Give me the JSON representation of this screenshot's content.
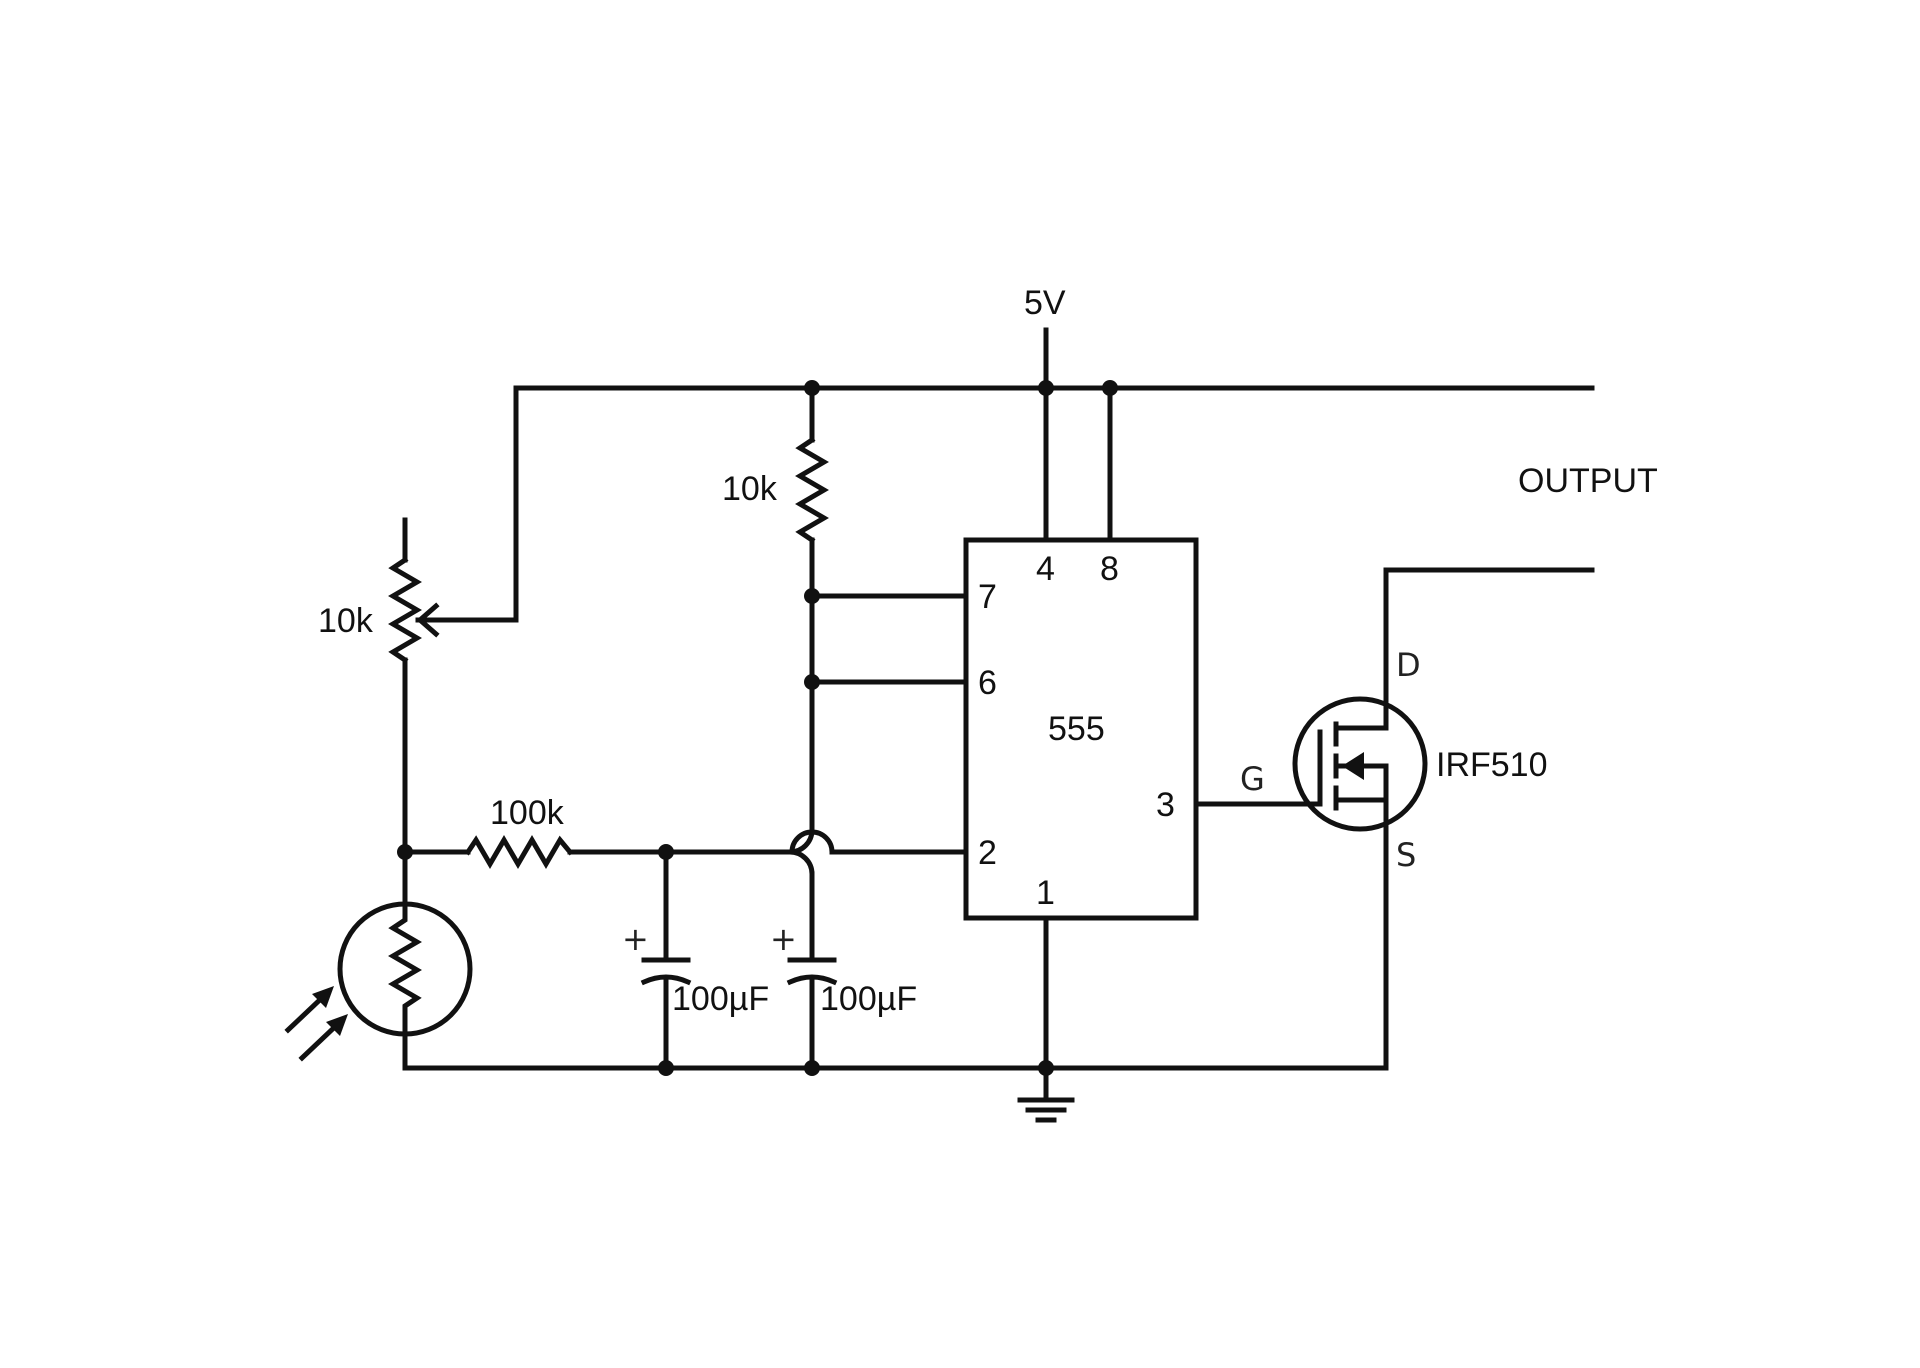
{
  "supply": {
    "label": "5V"
  },
  "output": {
    "label": "OUTPUT"
  },
  "ic": {
    "name": "555",
    "pins": {
      "p4": "4",
      "p8": "8",
      "p7": "7",
      "p6": "6",
      "p3": "3",
      "p2": "2",
      "p1": "1"
    }
  },
  "resistors": {
    "pot": "10k",
    "pullup": "10k",
    "series": "100k"
  },
  "capacitors": {
    "c1": "100µF",
    "c2": "100µF",
    "polarity": "+"
  },
  "mosfet": {
    "name": "IRF510",
    "gate": "G",
    "drain": "D",
    "source": "S"
  }
}
